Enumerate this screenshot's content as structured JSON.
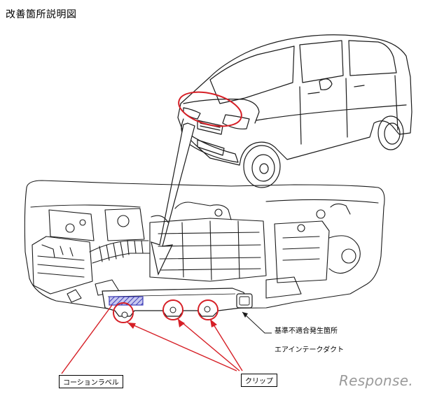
{
  "title": "改善箇所説明図",
  "labels": {
    "defect_location": "基準不適合発生箇所",
    "part_name": "エアインテークダクト",
    "caution_label": "コーションラベル",
    "clip": "クリップ"
  },
  "watermark": "Response.",
  "colors": {
    "highlight": "#d61f26",
    "line": "#1a1a1a",
    "hatch": "#3b3bb8"
  },
  "icons": {
    "watermark": "response-logo"
  }
}
